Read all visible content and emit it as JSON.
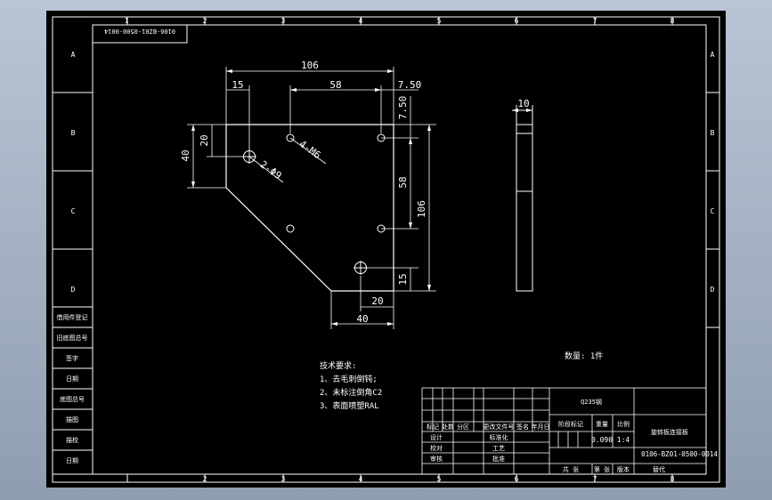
{
  "drawing_number_box": "0106-BZ01-0500-0014",
  "zone_columns": [
    "1",
    "2",
    "3",
    "4",
    "5",
    "6",
    "7",
    "8"
  ],
  "zone_rows": [
    "A",
    "B",
    "C",
    "D"
  ],
  "dimensions": {
    "overall_width": "106",
    "left_offset": "15",
    "hole_spacing_x": "58",
    "right_offset_x": "7.50",
    "right_offset_y": "7.50",
    "hole_spacing_y": "58",
    "overall_height": "106",
    "upper_offset_y": "20",
    "left_height": "40",
    "bottom_offset_y": "15",
    "bottom_offset_x": "20",
    "bottom_width": "40",
    "thickness": "10",
    "tapped_holes": "4-M6",
    "through_holes": "2-Φ9"
  },
  "left_strip_labels": [
    "借用件登记",
    "旧底图总号",
    "签字",
    "日期",
    "底图总号",
    "描图",
    "描校",
    "日期"
  ],
  "tech_requirements": {
    "title": "技术要求:",
    "items": [
      "1、去毛刺倒钝;",
      "2、未标注倒角C2",
      "3、表面喷塑RAL"
    ]
  },
  "quantity_note": "数量: 1件",
  "title_block": {
    "material": "Q235钢",
    "stage_header": "阶段标记",
    "weight_header": "重量",
    "scale_header": "比例",
    "weight": "0.090",
    "scale": "1:4",
    "part_name": "旋转板连接板",
    "drawing_number": "0106-BZ01-0500-0014",
    "revision_headers": [
      "标记",
      "处数",
      "分区",
      "更改文件号",
      "签名",
      "年月日"
    ],
    "left_roles": [
      "设计",
      "校对",
      "审核"
    ],
    "right_roles": [
      "标准化",
      "工艺",
      "批准"
    ],
    "footer": [
      "共 张",
      "第 张",
      "版本",
      "替代"
    ]
  }
}
